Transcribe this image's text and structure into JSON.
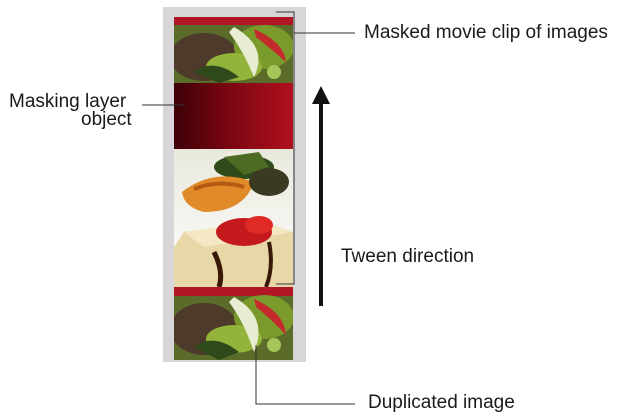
{
  "labels": {
    "masked_clip": "Masked movie clip of images",
    "masking_layer_line1": "Masking layer",
    "masking_layer_line2": "object",
    "tween_direction": "Tween direction",
    "duplicated_image": "Duplicated image"
  },
  "colors": {
    "frame": "#d9d6da",
    "mask": "#7a0612",
    "arrow": "#111111"
  }
}
